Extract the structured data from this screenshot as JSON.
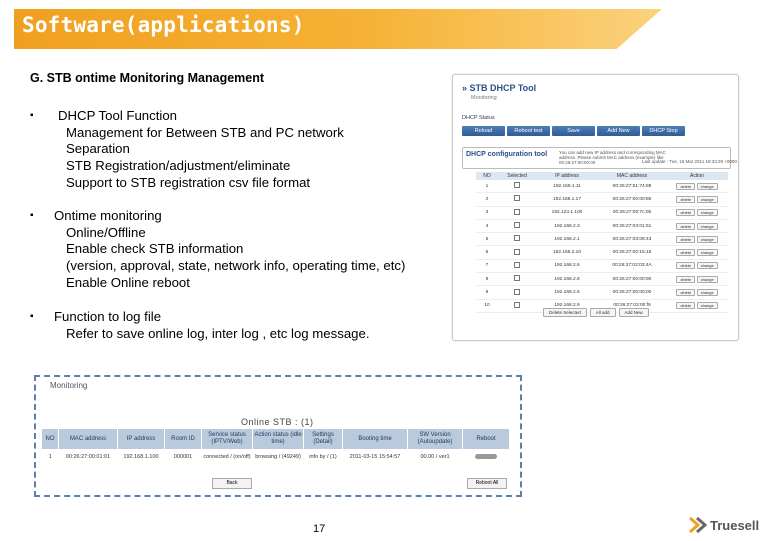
{
  "slide": {
    "title": "Software(applications)",
    "heading": "G. STB ontime Monitoring Management",
    "page_number": "17",
    "logo": "Truesell"
  },
  "bullets": [
    {
      "main": "DHCP Tool Function",
      "subs": [
        "Management  for Between STB and PC network",
        "Separation",
        "STB Registration/adjustment/eliminate",
        "Support to STB registration csv  file format"
      ]
    },
    {
      "main": "Ontime monitoring",
      "subs": [
        "Online/Offline",
        "Enable check STB information",
        "(version, approval, state, network info, operating time, etc)",
        "Enable Online reboot"
      ]
    },
    {
      "main": "Function to log file",
      "subs": [
        "Refer to save online log, inter log , etc log message."
      ]
    }
  ],
  "dhcp_tool": {
    "title": "» STB DHCP Tool",
    "subtitle": "Monitoring",
    "status_label": "DHCP Status",
    "buttons": [
      "Reload",
      "Reboot test",
      "Save",
      "Add New",
      "DHCP Stop"
    ],
    "config_label": "DHCP configuration tool",
    "config_note": "You can add new IP address and corresponding MAC address. Please submit MAC address (example) like 00:26:27:00:00:00",
    "last_update": "Last update : Tue, 15 Mar 2011 18:33:29 +0000",
    "columns": [
      "NO",
      "Selected",
      "IP address",
      "MAC address",
      "Action"
    ],
    "rows": [
      {
        "no": "1",
        "ip": "192.168.1.11",
        "mac": "00:26:27:51:74:88"
      },
      {
        "no": "2",
        "ip": "192.168.1.17",
        "mac": "00:26:27:00:00:86"
      },
      {
        "no": "3",
        "ip": "192.123.1.100",
        "mac": "00:26:27:00:7c:05"
      },
      {
        "no": "4",
        "ip": "192.168.2.3",
        "mac": "00:26:27:03:01:51"
      },
      {
        "no": "5",
        "ip": "192.168.2.1",
        "mac": "00:26:27:03:08:43"
      },
      {
        "no": "6",
        "ip": "192.168.2.10",
        "mac": "00:26:27:00:15:15"
      },
      {
        "no": "7",
        "ip": "192.168.2.6",
        "mac": "00:26:27:02:03:4A"
      },
      {
        "no": "8",
        "ip": "192.168.2.8",
        "mac": "00:26:27:00:00:90"
      },
      {
        "no": "9",
        "ip": "192.168.2.6",
        "mac": "00:26:27:00:00:00"
      },
      {
        "no": "10",
        "ip": "192.168.2.9",
        "mac": "00:26:27:03:00:f9"
      }
    ],
    "action_delete": "delete",
    "action_change": "change",
    "footer_buttons": [
      "Delete Selected",
      "All add",
      "Add New"
    ]
  },
  "monitoring": {
    "label": "Monitoring",
    "online_count": "Online STB : (1)",
    "columns": [
      "NO",
      "MAC address",
      "IP address",
      "Room ID",
      "Service status (IPTV/Web)",
      "Action status (idle time)",
      "Settings (Detail)",
      "Booting time",
      "SW Version (Autoupdate)",
      "Reboot"
    ],
    "row": {
      "no": "1",
      "mac": "00:26:27:00:01:01",
      "ip": "192.168.1.100",
      "room": "000001",
      "service": "connected / (on/off)",
      "action": "browsing / (49249)",
      "settings": "info by / (1)",
      "booting": "2011-03-15 15:54:57",
      "version": "00.00 / ver1"
    },
    "back_button": "Back",
    "reboot_all_button": "Reboot All"
  }
}
